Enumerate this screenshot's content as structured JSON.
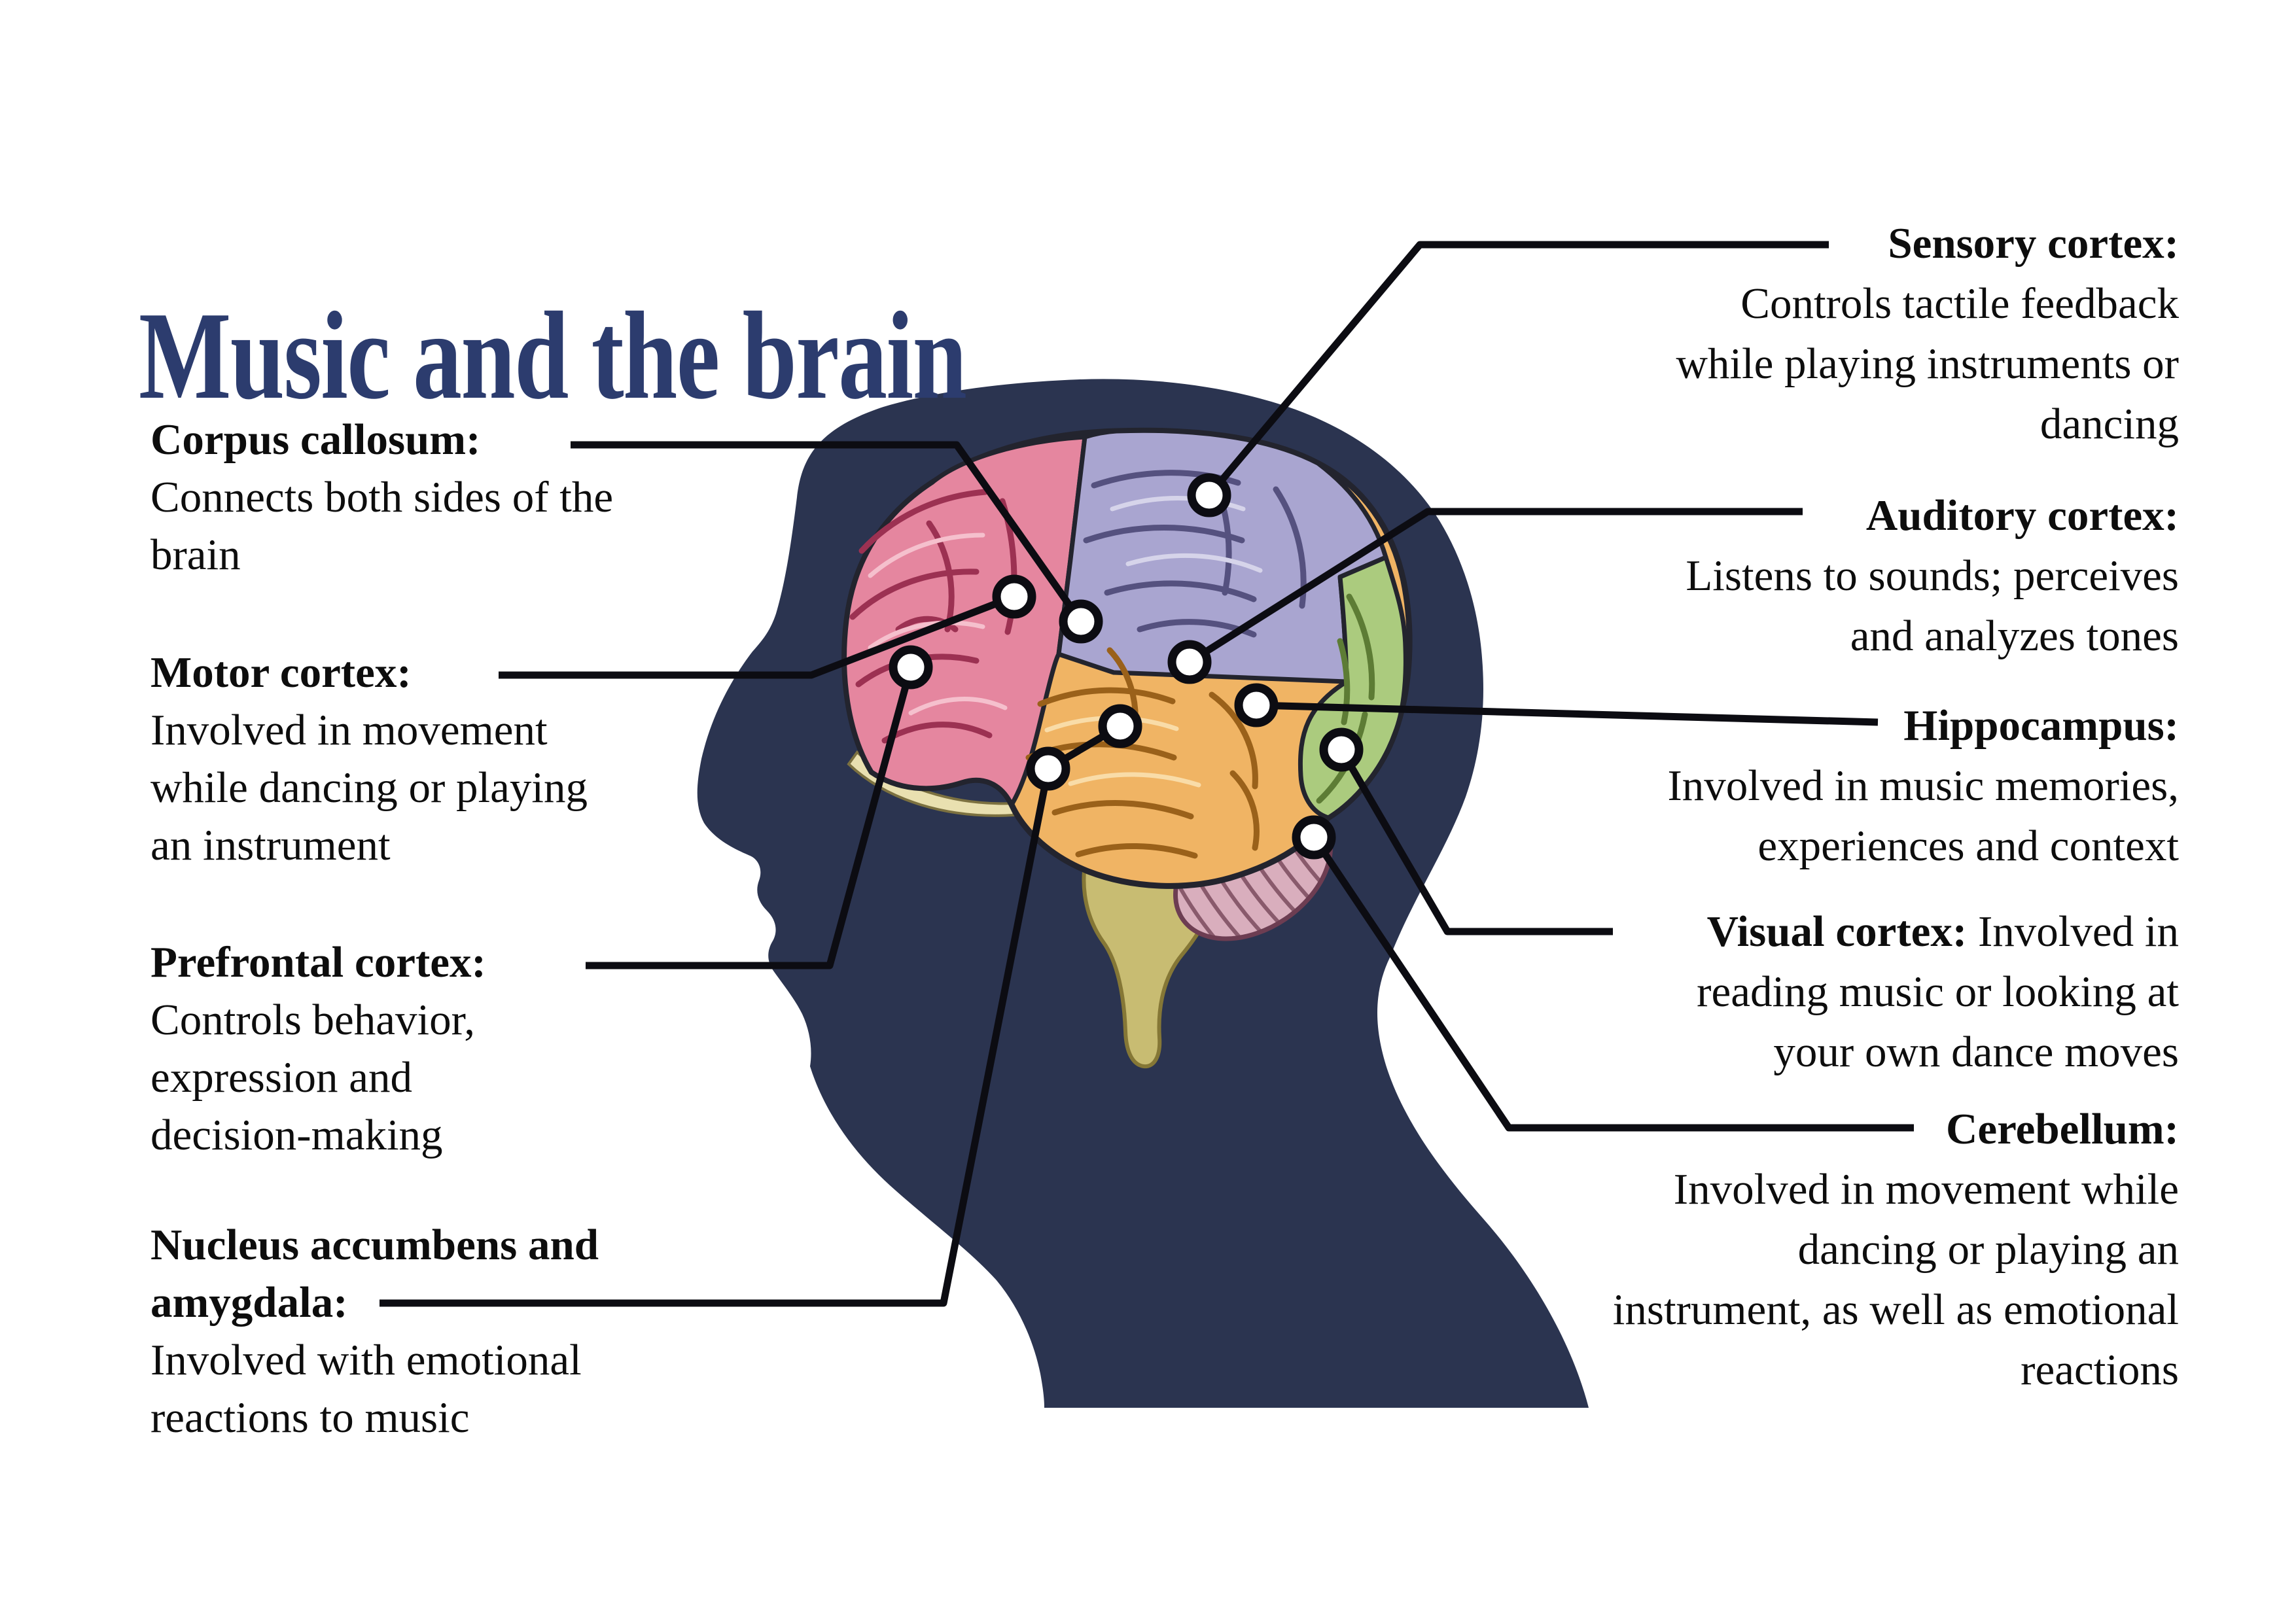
{
  "title": "Music and the brain",
  "colors": {
    "background": "#ffffff",
    "title": "#2c3c6e",
    "text": "#0d0d0d",
    "silhouette": "#2b3450",
    "line": "#0c0c12",
    "dot_fill": "#ffffff",
    "dot_stroke": "#0c0c12",
    "frontal": "#e5869f",
    "frontal_dark": "#9c3152",
    "frontal_light": "#f5c0cd",
    "parietal": "#a9a5d0",
    "parietal_dark": "#55517f",
    "parietal_light": "#d6d4ea",
    "temporal": "#f0b464",
    "temporal_dark": "#9a611a",
    "temporal_light": "#f9dca8",
    "occipital": "#abcb7e",
    "occipital_dark": "#5d7c35",
    "cerebellum": "#d9aebd",
    "cerebellum_dark": "#6d3d52",
    "brainstem": "#c8bc72",
    "brainstem_dark": "#857736"
  },
  "labels": {
    "corpus_callosum": {
      "heading": "Corpus callosum:",
      "lines": [
        "Connects both sides of the",
        "brain"
      ]
    },
    "motor_cortex": {
      "heading": "Motor cortex:",
      "lines": [
        "Involved in movement",
        "while dancing or playing",
        "an instrument"
      ]
    },
    "prefrontal_cortex": {
      "heading": "Prefrontal cortex:",
      "lines": [
        "Controls behavior,",
        "expression and",
        "decision-making"
      ]
    },
    "nucleus_amygdala": {
      "heading": "Nucleus accumbens and",
      "heading2": "amygdala:",
      "lines": [
        "Involved with emotional",
        "reactions to music"
      ]
    },
    "sensory_cortex": {
      "heading": "Sensory cortex:",
      "lines": [
        "Controls tactile feedback",
        "while playing instruments or",
        "dancing"
      ]
    },
    "auditory_cortex": {
      "heading": "Auditory cortex:",
      "lines": [
        "Listens to sounds; perceives",
        "and analyzes tones"
      ]
    },
    "hippocampus": {
      "heading": "Hippocampus:",
      "lines": [
        "Involved in music memories,",
        "experiences and context"
      ]
    },
    "visual_cortex": {
      "heading": "Visual cortex:",
      "heading_suffix": " Involved in",
      "lines": [
        "reading music or looking at",
        "your own dance moves"
      ]
    },
    "cerebellum": {
      "heading": "Cerebellum:",
      "lines": [
        "Involved in movement while",
        "dancing or playing an",
        "instrument, as well as emotional",
        "reactions"
      ]
    }
  }
}
